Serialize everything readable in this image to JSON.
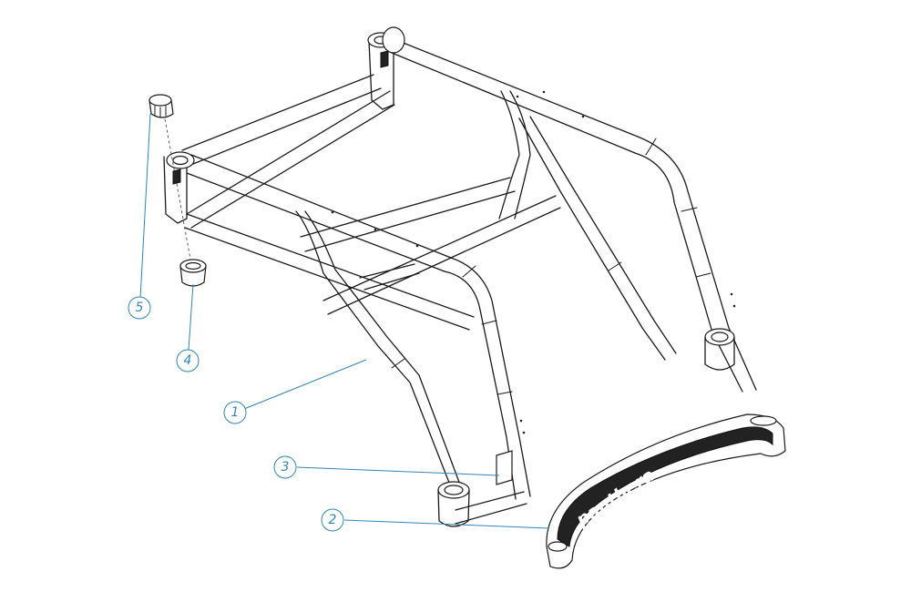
{
  "brand_label": "panthera",
  "callouts": [
    {
      "id": "1",
      "label": "1"
    },
    {
      "id": "2",
      "label": "2"
    },
    {
      "id": "3",
      "label": "3"
    },
    {
      "id": "4",
      "label": "4"
    },
    {
      "id": "5",
      "label": "5"
    }
  ],
  "colors": {
    "callout_blue": "#2f86b8",
    "line_black": "#1a1a1a",
    "background": "#ffffff"
  }
}
